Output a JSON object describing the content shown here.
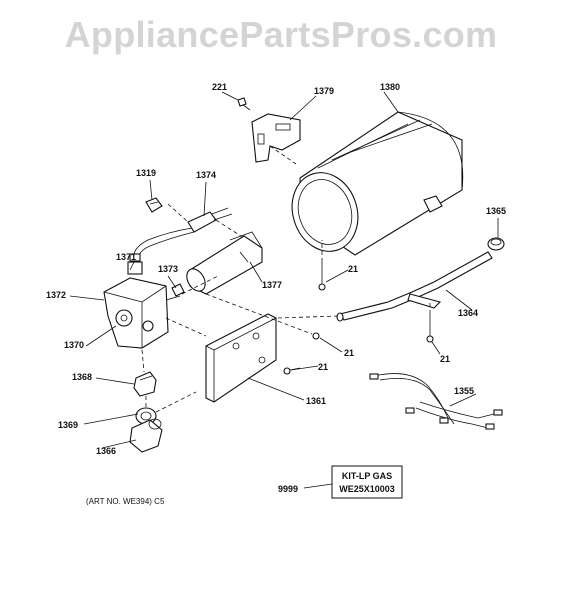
{
  "watermark": "AppliancePartsPros.com",
  "callouts": {
    "p221": "221",
    "p1379": "1379",
    "p1380": "1380",
    "p1319": "1319",
    "p1374": "1374",
    "p1365": "1365",
    "p1371": "1371",
    "p1373": "1373",
    "p1377": "1377",
    "p21a": "21",
    "p1372": "1372",
    "p1364": "1364",
    "p1370": "1370",
    "p21b": "21",
    "p21c": "21",
    "p21d": "21",
    "p1368": "1368",
    "p1361": "1361",
    "p1355": "1355",
    "p1369": "1369",
    "p1366": "1366",
    "p9999": "9999"
  },
  "kit": {
    "line1": "KIT-LP GAS",
    "line2": "WE25X10003"
  },
  "art_number": "(ART NO. WE394) C5"
}
